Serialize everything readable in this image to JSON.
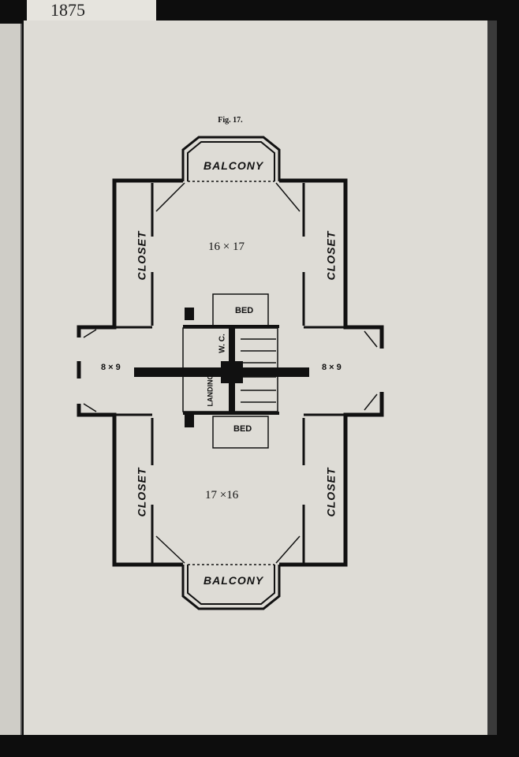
{
  "scan_label": "1875",
  "figure": {
    "caption": "Fig. 17."
  },
  "rooms": {
    "balcony_top": "BALCONY",
    "balcony_bottom": "BALCONY",
    "room_top": "16 × 17",
    "room_bottom": "17 ×16",
    "closet_top_left": "CLOSET",
    "closet_top_right": "CLOSET",
    "closet_bottom_left": "CLOSET",
    "closet_bottom_right": "CLOSET",
    "wing_left": "8 × 9",
    "wing_right": "8 × 9",
    "bed_top": "BED",
    "bed_bottom": "BED",
    "wc": "W. C.",
    "landing": "LANDING"
  }
}
